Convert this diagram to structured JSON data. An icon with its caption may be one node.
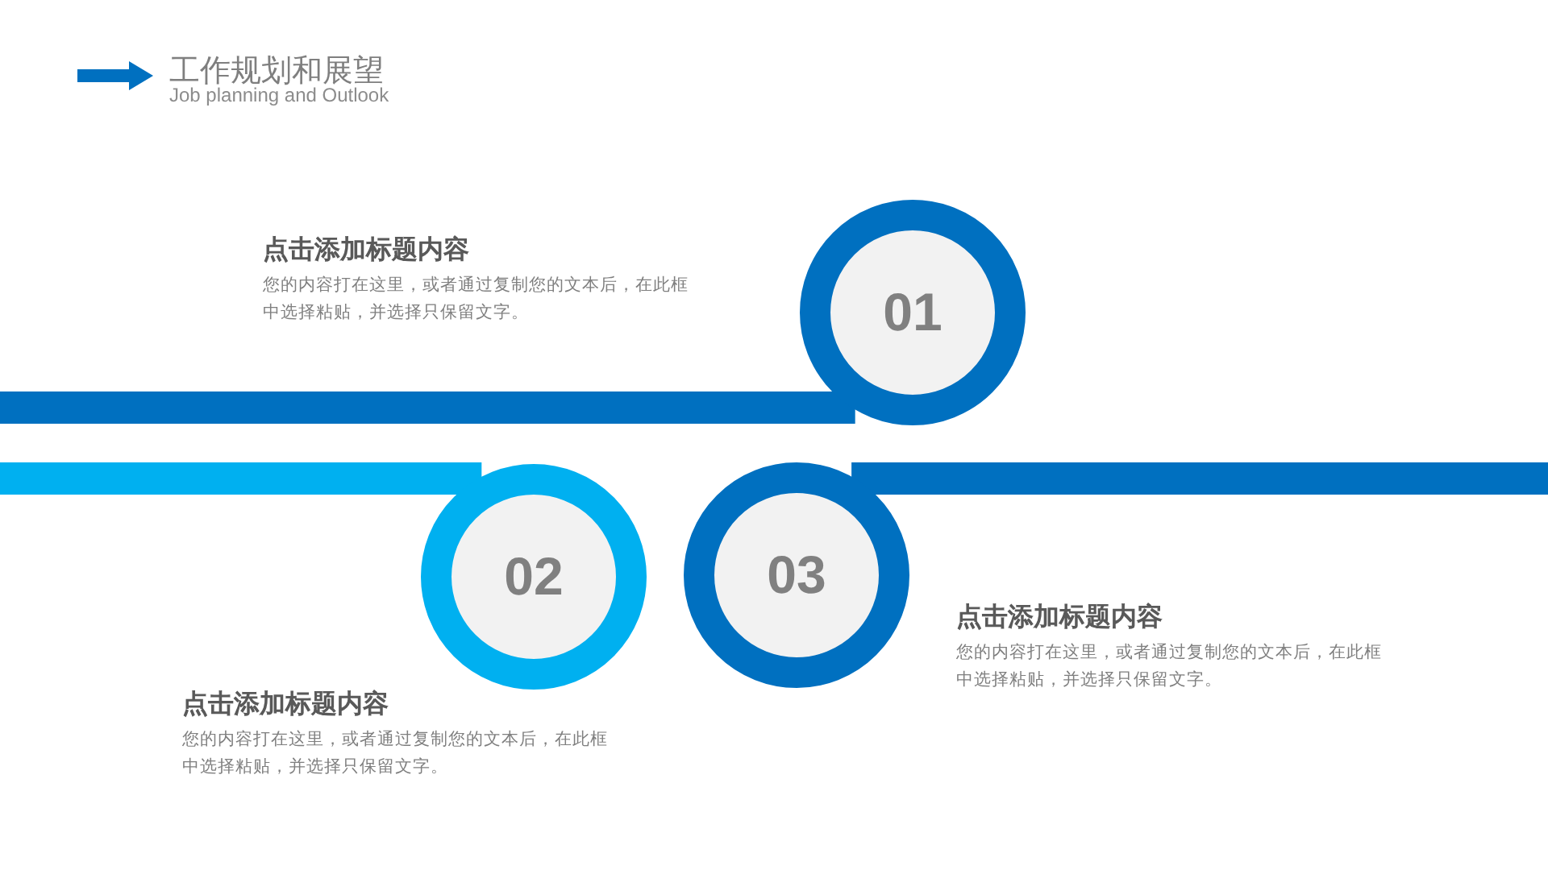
{
  "diagram": {
    "title": "工作规划和展望",
    "nodes": [
      {
        "text": [
          "01"
        ],
        "beside": [
          "点击添加标题内容",
          "您的内容打在这里，或者通过复制您的文本后，在此框中选择粘贴，并选择只保留文字。"
        ]
      },
      {
        "text": [
          "02"
        ],
        "beside": [
          "点击添加标题内容",
          "您的内容打在这里，或者通过复制您的文本后，在此框中选择粘贴，并选择只保留文字。"
        ]
      },
      {
        "text": [
          "03"
        ],
        "beside": [
          "点击添加标题内容",
          "您的内容打在这里，或者通过复制您的文本后，在此框中选择粘贴，并选择只保留文字。"
        ]
      }
    ],
    "edges": [
      {
        "from": null,
        "to": 0,
        "arrow": "none"
      },
      {
        "from": null,
        "to": 1,
        "arrow": "none",
        "color": "#00b0f0"
      },
      {
        "from": 2,
        "to": null,
        "arrow": "none"
      }
    ],
    "labels": [
      "Job planning and Outlook"
    ]
  }
}
